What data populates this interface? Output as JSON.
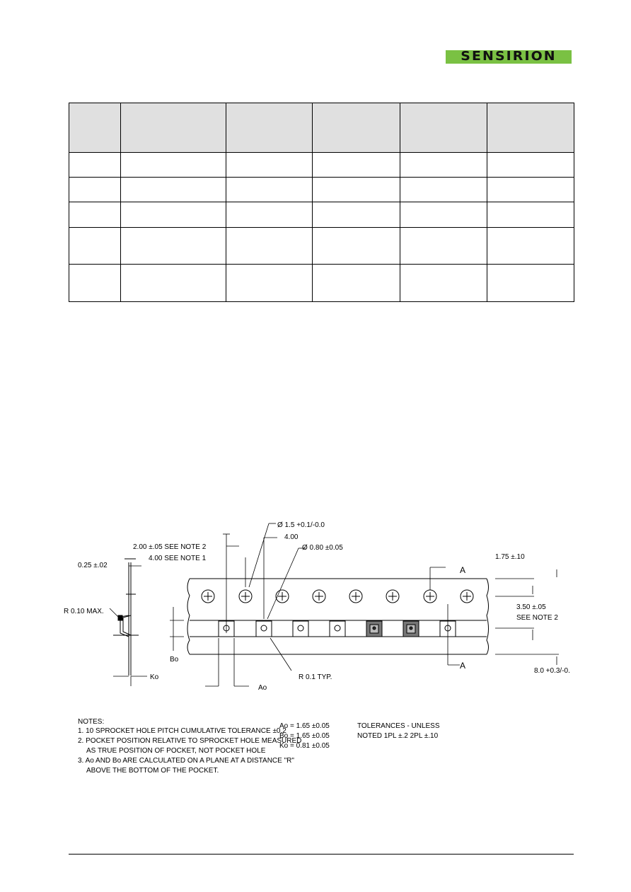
{
  "header": {
    "logo_text": "SENSIRION",
    "logo_color": "#7ac143"
  },
  "table": {
    "columns": 6,
    "header_rows": 1,
    "body_rows": 5,
    "header_fill": "#e0e0e0"
  },
  "drawing": {
    "labels": {
      "sprocket_hole_dia": "Ø 1.5 +0.1/-0.0",
      "sprocket_pitch": "4.00",
      "pocket_hole_dia": "Ø 0.80 ±0.05",
      "pocket_offset": "2.00 ±.05 SEE NOTE 2",
      "pocket_pitch": "4.00 SEE NOTE 1",
      "tape_thickness": "0.25 ±.02",
      "corner_radius_max": "R 0.10 MAX.",
      "bo": "Bo",
      "ko": "Ko",
      "ao": "Ao",
      "corner_radius_typ": "R 0.1 TYP.",
      "section_a_top": "A",
      "section_a_bottom": "A",
      "edge_distance": "1.75 ±.10",
      "hole_to_pocket": "3.50 ±.05",
      "hole_to_pocket_note": "SEE NOTE 2",
      "tape_width": "8.0 +0.3/-0."
    },
    "notes": [
      "NOTES:",
      "1. 10 SPROCKET HOLE PITCH CUMULATIVE TOLERANCE ±0.2",
      "2. POCKET POSITION RELATIVE TO SPROCKET HOLE MEASURED",
      "AS TRUE POSITION OF POCKET, NOT POCKET HOLE",
      "3. Ao AND Bo ARE CALCULATED ON A PLANE AT A DISTANCE \"R\"",
      "ABOVE THE BOTTOM OF THE POCKET."
    ],
    "dims": [
      "Ao =   1.65 ±0.05",
      "Bo =   1.65 ±0.05",
      "Ko =   0.81 ±0.05"
    ],
    "tolerances": [
      "TOLERANCES - UNLESS",
      "NOTED 1PL ±.2  2PL ±.10"
    ]
  }
}
